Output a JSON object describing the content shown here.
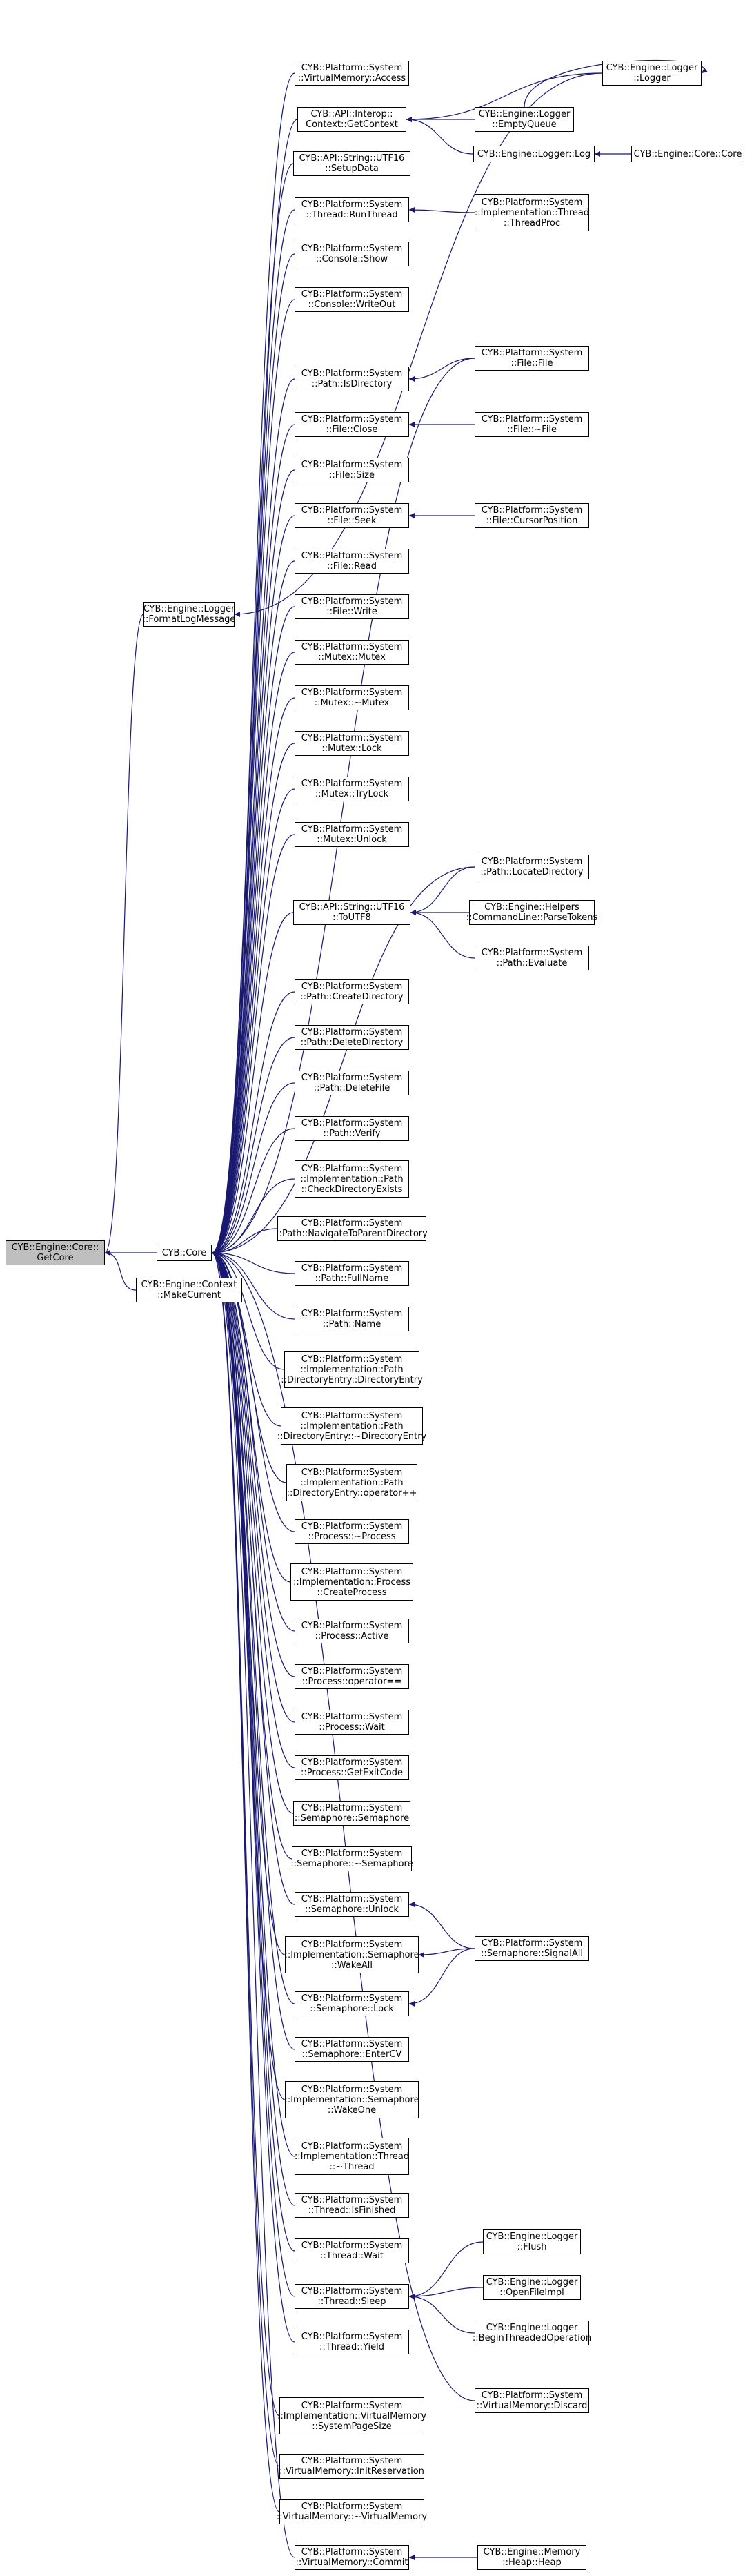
{
  "diagram": {
    "colors": {
      "edge": "#191970",
      "node_border": "#000000",
      "node_fill": "#ffffff",
      "root_fill": "#bfbfbf"
    },
    "nodes": [
      {
        "id": "getcore",
        "root": true,
        "lines": [
          "CYB::Engine::Core::",
          "GetCore"
        ]
      },
      {
        "id": "core",
        "lines": [
          "CYB::Core"
        ]
      },
      {
        "id": "makecurrent",
        "lines": [
          "CYB::Engine::Context",
          "::MakeCurrent"
        ]
      },
      {
        "id": "formatlog",
        "lines": [
          "CYB::Engine::Logger",
          "::FormatLogMessage"
        ]
      },
      {
        "id": "vm_access",
        "lines": [
          "CYB::Platform::System",
          "::VirtualMemory::Access"
        ]
      },
      {
        "id": "getcontext",
        "lines": [
          "CYB::API::Interop::",
          "Context::GetContext"
        ]
      },
      {
        "id": "setupdata",
        "lines": [
          "CYB::API::String::UTF16",
          "::SetupData"
        ]
      },
      {
        "id": "runthread",
        "lines": [
          "CYB::Platform::System",
          "::Thread::RunThread"
        ]
      },
      {
        "id": "console_show",
        "lines": [
          "CYB::Platform::System",
          "::Console::Show"
        ]
      },
      {
        "id": "console_write",
        "lines": [
          "CYB::Platform::System",
          "::Console::WriteOut"
        ]
      },
      {
        "id": "isdirectory",
        "lines": [
          "CYB::Platform::System",
          "::Path::IsDirectory"
        ]
      },
      {
        "id": "file_close",
        "lines": [
          "CYB::Platform::System",
          "::File::Close"
        ]
      },
      {
        "id": "file_size",
        "lines": [
          "CYB::Platform::System",
          "::File::Size"
        ]
      },
      {
        "id": "file_seek",
        "lines": [
          "CYB::Platform::System",
          "::File::Seek"
        ]
      },
      {
        "id": "file_read",
        "lines": [
          "CYB::Platform::System",
          "::File::Read"
        ]
      },
      {
        "id": "file_write",
        "lines": [
          "CYB::Platform::System",
          "::File::Write"
        ]
      },
      {
        "id": "mutex_ctor",
        "lines": [
          "CYB::Platform::System",
          "::Mutex::Mutex"
        ]
      },
      {
        "id": "mutex_dtor",
        "lines": [
          "CYB::Platform::System",
          "::Mutex::~Mutex"
        ]
      },
      {
        "id": "mutex_lock",
        "lines": [
          "CYB::Platform::System",
          "::Mutex::Lock"
        ]
      },
      {
        "id": "mutex_trylock",
        "lines": [
          "CYB::Platform::System",
          "::Mutex::TryLock"
        ]
      },
      {
        "id": "mutex_unlock",
        "lines": [
          "CYB::Platform::System",
          "::Mutex::Unlock"
        ]
      },
      {
        "id": "toutf8",
        "lines": [
          "CYB::API::String::UTF16",
          "::ToUTF8"
        ]
      },
      {
        "id": "createdir",
        "lines": [
          "CYB::Platform::System",
          "::Path::CreateDirectory"
        ]
      },
      {
        "id": "deletedir",
        "lines": [
          "CYB::Platform::System",
          "::Path::DeleteDirectory"
        ]
      },
      {
        "id": "deletefile",
        "lines": [
          "CYB::Platform::System",
          "::Path::DeleteFile"
        ]
      },
      {
        "id": "verify",
        "lines": [
          "CYB::Platform::System",
          "::Path::Verify"
        ]
      },
      {
        "id": "checkdirexists",
        "lines": [
          "CYB::Platform::System",
          "::Implementation::Path",
          "::CheckDirectoryExists"
        ]
      },
      {
        "id": "navparent",
        "lines": [
          "CYB::Platform::System",
          "::Path::NavigateToParentDirectory"
        ]
      },
      {
        "id": "fullname",
        "lines": [
          "CYB::Platform::System",
          "::Path::FullName"
        ]
      },
      {
        "id": "path_name",
        "lines": [
          "CYB::Platform::System",
          "::Path::Name"
        ]
      },
      {
        "id": "direntry_ctor",
        "lines": [
          "CYB::Platform::System",
          "::Implementation::Path",
          "::DirectoryEntry::DirectoryEntry"
        ]
      },
      {
        "id": "direntry_dtor",
        "lines": [
          "CYB::Platform::System",
          "::Implementation::Path",
          "::DirectoryEntry::~DirectoryEntry"
        ]
      },
      {
        "id": "direntry_inc",
        "lines": [
          "CYB::Platform::System",
          "::Implementation::Path",
          "::DirectoryEntry::operator++"
        ]
      },
      {
        "id": "process_dtor",
        "lines": [
          "CYB::Platform::System",
          "::Process::~Process"
        ]
      },
      {
        "id": "createprocess",
        "lines": [
          "CYB::Platform::System",
          "::Implementation::Process",
          "::CreateProcess"
        ]
      },
      {
        "id": "process_active",
        "lines": [
          "CYB::Platform::System",
          "::Process::Active"
        ]
      },
      {
        "id": "process_eq",
        "lines": [
          "CYB::Platform::System",
          "::Process::operator=="
        ]
      },
      {
        "id": "process_wait",
        "lines": [
          "CYB::Platform::System",
          "::Process::Wait"
        ]
      },
      {
        "id": "getexitcode",
        "lines": [
          "CYB::Platform::System",
          "::Process::GetExitCode"
        ]
      },
      {
        "id": "sem_ctor",
        "lines": [
          "CYB::Platform::System",
          "::Semaphore::Semaphore"
        ]
      },
      {
        "id": "sem_dtor",
        "lines": [
          "CYB::Platform::System",
          "::Semaphore::~Semaphore"
        ]
      },
      {
        "id": "sem_unlock",
        "lines": [
          "CYB::Platform::System",
          "::Semaphore::Unlock"
        ]
      },
      {
        "id": "wakeall",
        "lines": [
          "CYB::Platform::System",
          "::Implementation::Semaphore",
          "::WakeAll"
        ]
      },
      {
        "id": "sem_lock",
        "lines": [
          "CYB::Platform::System",
          "::Semaphore::Lock"
        ]
      },
      {
        "id": "entercv",
        "lines": [
          "CYB::Platform::System",
          "::Semaphore::EnterCV"
        ]
      },
      {
        "id": "wakeone",
        "lines": [
          "CYB::Platform::System",
          "::Implementation::Semaphore",
          "::WakeOne"
        ]
      },
      {
        "id": "thread_dtor",
        "lines": [
          "CYB::Platform::System",
          "::Implementation::Thread",
          "::~Thread"
        ]
      },
      {
        "id": "isfinished",
        "lines": [
          "CYB::Platform::System",
          "::Thread::IsFinished"
        ]
      },
      {
        "id": "thread_wait",
        "lines": [
          "CYB::Platform::System",
          "::Thread::Wait"
        ]
      },
      {
        "id": "thread_sleep",
        "lines": [
          "CYB::Platform::System",
          "::Thread::Sleep"
        ]
      },
      {
        "id": "thread_yield",
        "lines": [
          "CYB::Platform::System",
          "::Thread::Yield"
        ]
      },
      {
        "id": "syspagesize",
        "lines": [
          "CYB::Platform::System",
          "::Implementation::VirtualMemory",
          "::SystemPageSize"
        ]
      },
      {
        "id": "initreservation",
        "lines": [
          "CYB::Platform::System",
          "::VirtualMemory::InitReservation"
        ]
      },
      {
        "id": "vm_dtor",
        "lines": [
          "CYB::Platform::System",
          "::VirtualMemory::~VirtualMemory"
        ]
      },
      {
        "id": "vm_commit",
        "lines": [
          "CYB::Platform::System",
          "::VirtualMemory::Commit"
        ]
      },
      {
        "id": "logger_logger",
        "lines": [
          "CYB::Engine::Logger",
          "::Logger"
        ]
      },
      {
        "id": "emptyqueue",
        "lines": [
          "CYB::Engine::Logger",
          "::EmptyQueue"
        ]
      },
      {
        "id": "logger_log",
        "lines": [
          "CYB::Engine::Logger::Log"
        ]
      },
      {
        "id": "core_core",
        "lines": [
          "CYB::Engine::Core::Core"
        ]
      },
      {
        "id": "threadproc",
        "lines": [
          "CYB::Platform::System",
          "::Implementation::Thread",
          "::ThreadProc"
        ]
      },
      {
        "id": "file_file",
        "lines": [
          "CYB::Platform::System",
          "::File::File"
        ]
      },
      {
        "id": "file_dtor",
        "lines": [
          "CYB::Platform::System",
          "::File::~File"
        ]
      },
      {
        "id": "cursorposition",
        "lines": [
          "CYB::Platform::System",
          "::File::CursorPosition"
        ]
      },
      {
        "id": "locatedir",
        "lines": [
          "CYB::Platform::System",
          "::Path::LocateDirectory"
        ]
      },
      {
        "id": "parsetokens",
        "lines": [
          "CYB::Engine::Helpers",
          "::CommandLine::ParseTokens"
        ]
      },
      {
        "id": "evaluate",
        "lines": [
          "CYB::Platform::System",
          "::Path::Evaluate"
        ]
      },
      {
        "id": "signalall",
        "lines": [
          "CYB::Platform::System",
          "::Semaphore::SignalAll"
        ]
      },
      {
        "id": "flush",
        "lines": [
          "CYB::Engine::Logger",
          "::Flush"
        ]
      },
      {
        "id": "openfileimpl",
        "lines": [
          "CYB::Engine::Logger",
          "::OpenFileImpl"
        ]
      },
      {
        "id": "begintop",
        "lines": [
          "CYB::Engine::Logger",
          "::BeginThreadedOperation"
        ]
      },
      {
        "id": "vm_discard",
        "lines": [
          "CYB::Platform::System",
          "::VirtualMemory::Discard"
        ]
      },
      {
        "id": "heap",
        "lines": [
          "CYB::Engine::Memory",
          "::Heap::Heap"
        ]
      }
    ],
    "edges": [
      [
        "core",
        "getcore"
      ],
      [
        "makecurrent",
        "getcore"
      ],
      [
        "formatlog",
        "getcore"
      ],
      [
        "vm_access",
        "core"
      ],
      [
        "getcontext",
        "core"
      ],
      [
        "setupdata",
        "core"
      ],
      [
        "runthread",
        "core"
      ],
      [
        "console_show",
        "core"
      ],
      [
        "console_write",
        "core"
      ],
      [
        "isdirectory",
        "core"
      ],
      [
        "file_close",
        "core"
      ],
      [
        "file_size",
        "core"
      ],
      [
        "file_seek",
        "core"
      ],
      [
        "file_read",
        "core"
      ],
      [
        "file_write",
        "core"
      ],
      [
        "mutex_ctor",
        "core"
      ],
      [
        "mutex_dtor",
        "core"
      ],
      [
        "mutex_lock",
        "core"
      ],
      [
        "mutex_trylock",
        "core"
      ],
      [
        "mutex_unlock",
        "core"
      ],
      [
        "toutf8",
        "core"
      ],
      [
        "createdir",
        "core"
      ],
      [
        "deletedir",
        "core"
      ],
      [
        "deletefile",
        "core"
      ],
      [
        "verify",
        "core"
      ],
      [
        "checkdirexists",
        "core"
      ],
      [
        "navparent",
        "core"
      ],
      [
        "fullname",
        "core"
      ],
      [
        "path_name",
        "core"
      ],
      [
        "direntry_ctor",
        "core"
      ],
      [
        "direntry_dtor",
        "core"
      ],
      [
        "direntry_inc",
        "core"
      ],
      [
        "process_dtor",
        "core"
      ],
      [
        "createprocess",
        "core"
      ],
      [
        "process_active",
        "core"
      ],
      [
        "process_eq",
        "core"
      ],
      [
        "process_wait",
        "core"
      ],
      [
        "getexitcode",
        "core"
      ],
      [
        "sem_ctor",
        "core"
      ],
      [
        "sem_dtor",
        "core"
      ],
      [
        "sem_unlock",
        "core"
      ],
      [
        "wakeall",
        "core"
      ],
      [
        "sem_lock",
        "core"
      ],
      [
        "entercv",
        "core"
      ],
      [
        "wakeone",
        "core"
      ],
      [
        "thread_dtor",
        "core"
      ],
      [
        "isfinished",
        "core"
      ],
      [
        "thread_wait",
        "core"
      ],
      [
        "thread_sleep",
        "core"
      ],
      [
        "thread_yield",
        "core"
      ],
      [
        "syspagesize",
        "core"
      ],
      [
        "initreservation",
        "core"
      ],
      [
        "vm_dtor",
        "core"
      ],
      [
        "vm_commit",
        "core"
      ],
      [
        "logger_logger",
        "formatlog"
      ],
      [
        "logger_logger",
        "getcontext"
      ],
      [
        "emptyqueue",
        "getcontext"
      ],
      [
        "logger_log",
        "getcontext"
      ],
      [
        "emptyqueue",
        "logger_logger"
      ],
      [
        "core_core",
        "logger_log"
      ],
      [
        "threadproc",
        "runthread"
      ],
      [
        "file_file",
        "isdirectory"
      ],
      [
        "file_file",
        "core"
      ],
      [
        "file_dtor",
        "file_close"
      ],
      [
        "cursorposition",
        "file_seek"
      ],
      [
        "locatedir",
        "toutf8"
      ],
      [
        "locatedir",
        "core"
      ],
      [
        "parsetokens",
        "toutf8"
      ],
      [
        "evaluate",
        "toutf8"
      ],
      [
        "signalall",
        "sem_unlock"
      ],
      [
        "signalall",
        "wakeall"
      ],
      [
        "signalall",
        "sem_lock"
      ],
      [
        "flush",
        "thread_sleep"
      ],
      [
        "openfileimpl",
        "thread_sleep"
      ],
      [
        "begintop",
        "thread_sleep"
      ],
      [
        "vm_discard",
        "core"
      ],
      [
        "heap",
        "vm_commit"
      ]
    ]
  }
}
